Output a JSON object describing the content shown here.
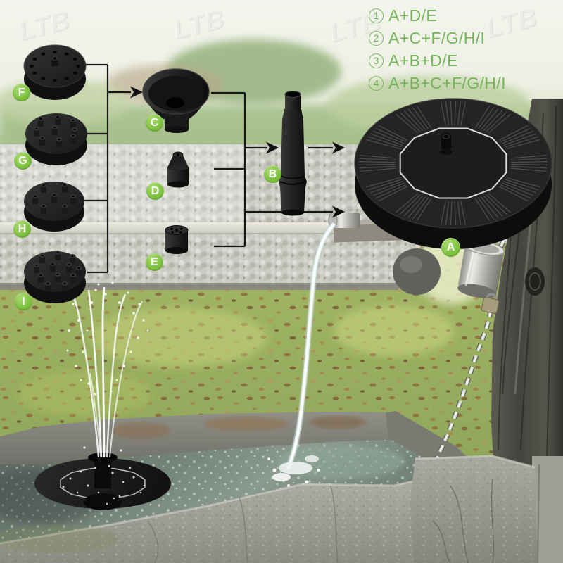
{
  "combinations": {
    "items": [
      {
        "number": "1",
        "formula": "A+D/E"
      },
      {
        "number": "2",
        "formula": "A+C+F/G/H/I"
      },
      {
        "number": "3",
        "formula": "A+B+D/E"
      },
      {
        "number": "4",
        "formula": "A+B+C+F/G/H/I"
      }
    ],
    "text_color": "#76b45c"
  },
  "part_badges": {
    "A": "A",
    "B": "B",
    "C": "C",
    "D": "D",
    "E": "E",
    "F": "F",
    "G": "G",
    "H": "H",
    "I": "I"
  },
  "parts": {
    "A": "solar-panel-fountain-base",
    "B": "riser-tube",
    "C": "funnel-spray-head",
    "D": "cone-nozzle",
    "E": "cylinder-nozzle",
    "F": "ring-hole-spray-disc",
    "G": "nine-jet-spray-disc",
    "H": "seven-jet-spray-disc",
    "I": "twelve-jet-spray-disc"
  },
  "watermark": {
    "text": "LTB"
  },
  "colors": {
    "badge_green": "#7ec23f",
    "combo_green": "#76b45c",
    "connector": "#161616"
  }
}
